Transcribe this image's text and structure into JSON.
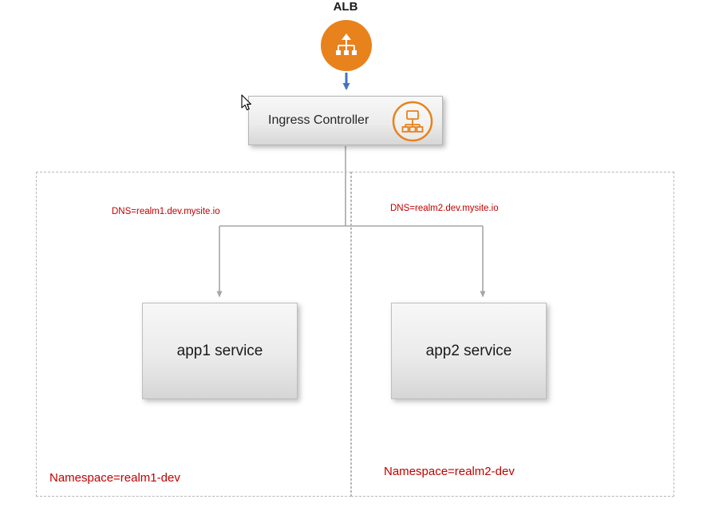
{
  "diagram": {
    "alb": {
      "label": "ALB"
    },
    "ingress_controller": {
      "label": "Ingress Controller"
    },
    "services": [
      {
        "label": "app1 service",
        "dns": "DNS=realm1.dev.mysite.io",
        "namespace": "Namespace=realm1-dev"
      },
      {
        "label": "app2 service",
        "dns": "DNS=realm2.dev.mysite.io",
        "namespace": "Namespace=realm2-dev"
      }
    ],
    "colors": {
      "aws_orange": "#E8821C",
      "annotation_red": "#C00000",
      "connector_gray": "#A6A6A6",
      "arrow_blue": "#4472C4",
      "box_border": "#bdbdbd"
    }
  }
}
